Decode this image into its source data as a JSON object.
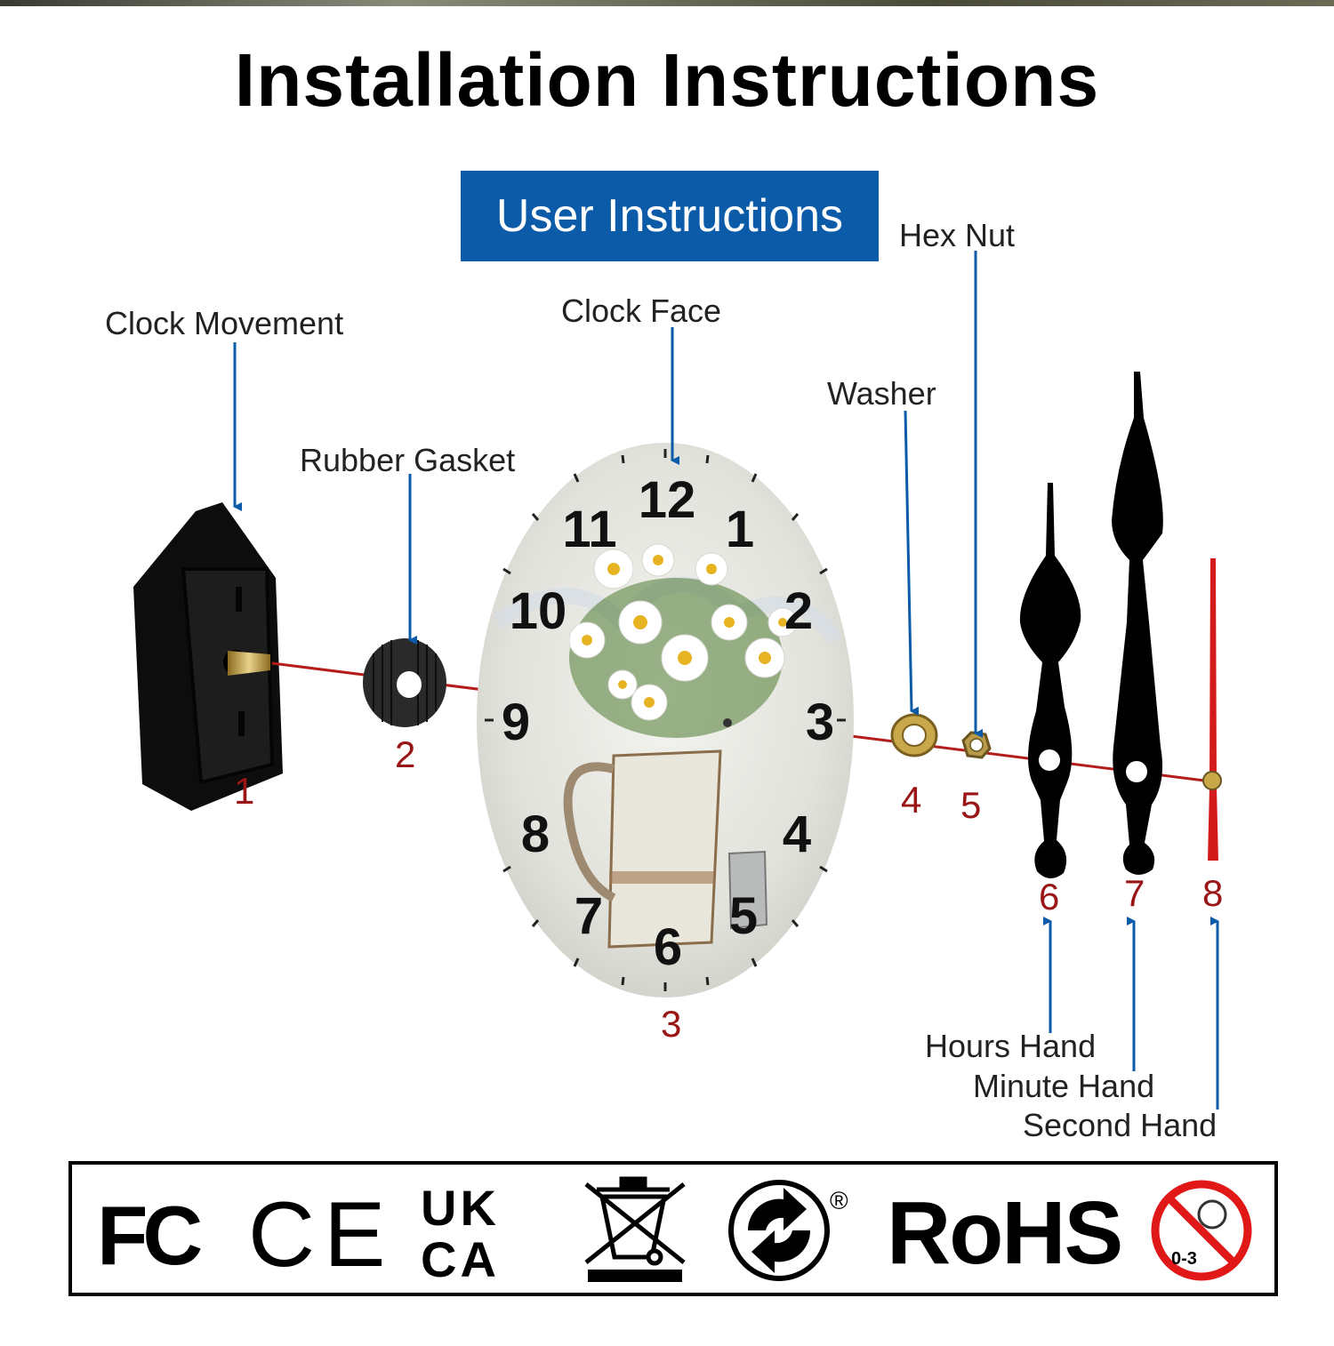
{
  "title": "Installation Instructions",
  "user_instructions": "User Instructions",
  "labels": {
    "clock_movement": "Clock Movement",
    "rubber_gasket": "Rubber Gasket",
    "clock_face": "Clock Face",
    "washer": "Washer",
    "hex_nut": "Hex Nut",
    "hours_hand": "Hours Hand",
    "minute_hand": "Minute Hand",
    "second_hand": "Second Hand"
  },
  "numbers": [
    "1",
    "2",
    "3",
    "4",
    "5",
    "6",
    "7",
    "8"
  ],
  "clock_numerals": [
    "12",
    "1",
    "2",
    "3",
    "4",
    "5",
    "6",
    "7",
    "8",
    "9",
    "10",
    "11"
  ],
  "certifications": {
    "fc": "FC",
    "ce": "CE",
    "ukca_top": "UK",
    "ukca_bottom": "CA",
    "rohs": "RoHS",
    "age_warning": "0-3",
    "registered": "®"
  },
  "colors": {
    "arrow_blue": "#0b5ba8",
    "number_red": "#9a1515",
    "axis_red": "#b51c1c"
  }
}
